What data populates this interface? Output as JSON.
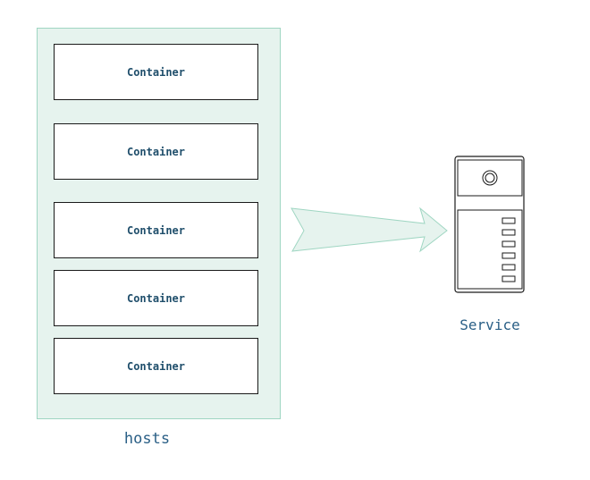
{
  "hosts": {
    "label": "hosts",
    "containers": [
      {
        "label": "Container"
      },
      {
        "label": "Container"
      },
      {
        "label": "Container"
      },
      {
        "label": "Container"
      },
      {
        "label": "Container"
      }
    ]
  },
  "service": {
    "label": "Service",
    "icon": "server-icon"
  },
  "connector": {
    "icon": "arrow-right-icon"
  },
  "colors": {
    "panel_fill": "#e6f3ee",
    "panel_border": "#9fd6c2",
    "text": "#1f4e6b",
    "label": "#2a5f86"
  }
}
